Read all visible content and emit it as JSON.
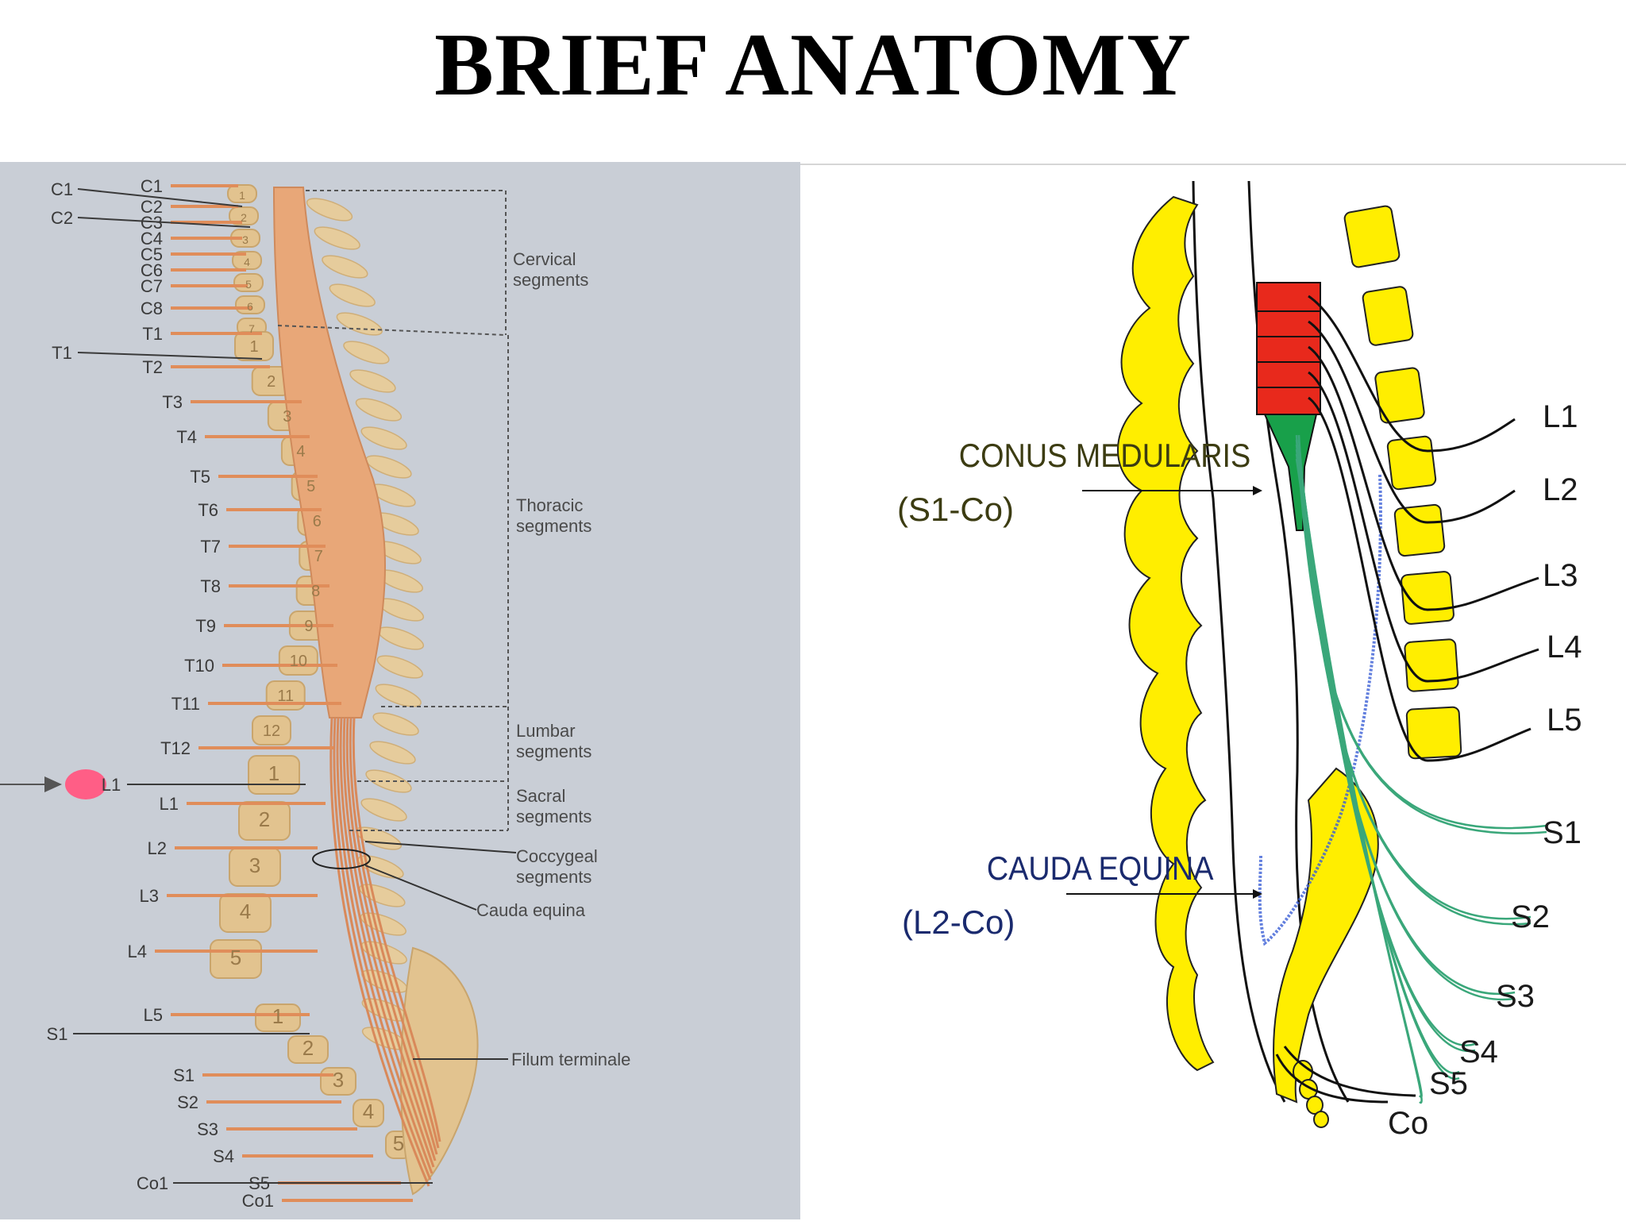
{
  "title": "BRIEF ANATOMY",
  "left": {
    "left_outer_labels": [
      "C1",
      "C2",
      "T1",
      "L1",
      "S1",
      "Co1"
    ],
    "inner_labels": [
      "C1",
      "C2",
      "C3",
      "C4",
      "C5",
      "C6",
      "C7",
      "C8",
      "T1",
      "T2",
      "T3",
      "T4",
      "T5",
      "T6",
      "T7",
      "T8",
      "T9",
      "T10",
      "T11",
      "T12",
      "L1",
      "L2",
      "L3",
      "L4",
      "L5",
      "S1",
      "S2",
      "S3",
      "S4",
      "S5",
      "Co1"
    ],
    "vertebra_numbers": [
      "1",
      "2",
      "3",
      "4",
      "5",
      "6",
      "7",
      "1",
      "2",
      "3",
      "4",
      "5",
      "6",
      "7",
      "8",
      "9",
      "10",
      "11",
      "12",
      "1",
      "2",
      "3",
      "4",
      "5",
      "1",
      "2",
      "3",
      "4",
      "5"
    ],
    "segments": {
      "cervical": [
        "Cervical",
        "segments"
      ],
      "thoracic": [
        "Thoracic",
        "segments"
      ],
      "lumbar": [
        "Lumbar",
        "segments"
      ],
      "sacral": [
        "Sacral",
        "segments"
      ],
      "coccygeal": [
        "Coccygeal",
        "segments"
      ],
      "cauda": "Cauda equina",
      "filum": "Filum terminale"
    },
    "highlight_color": "#ff5e86",
    "cord_color": "#e8a778"
  },
  "right": {
    "conus": [
      "CONUS MEDULARIS",
      "(S1-Co)"
    ],
    "cauda": [
      "CAUDA EQUINA",
      "(L2-Co)"
    ],
    "lumbar_labels": [
      "L1",
      "L2",
      "L3",
      "L4",
      "L5"
    ],
    "sacral_labels": [
      "S1",
      "S2",
      "S3",
      "S4",
      "S5",
      "Co"
    ],
    "colors": {
      "bone": "#ffee00",
      "red": "#e8291c",
      "green": "#18a04a",
      "nerve": "#3aa77a",
      "conus_text": "#3c3c12",
      "cauda_text": "#1a2a6e"
    }
  }
}
